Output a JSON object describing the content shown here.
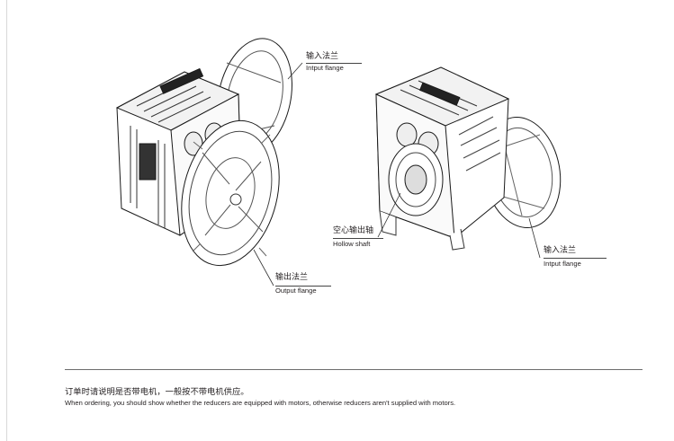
{
  "callouts": {
    "input_flange_left": {
      "cn": "输入法兰",
      "en": "Intput flange"
    },
    "output_flange": {
      "cn": "输出法兰",
      "en": "Output flange"
    },
    "hollow_shaft": {
      "cn": "空心输出轴",
      "en": "Hollow shaft"
    },
    "input_flange_right": {
      "cn": "输入法兰",
      "en": "Intput flange"
    }
  },
  "note": {
    "cn": "订单时请说明是否带电机，一般按不带电机供应。",
    "en": "When ordering, you should show whether the reducers are equipped with motors, otherwise reducers aren't supplied with motors."
  }
}
